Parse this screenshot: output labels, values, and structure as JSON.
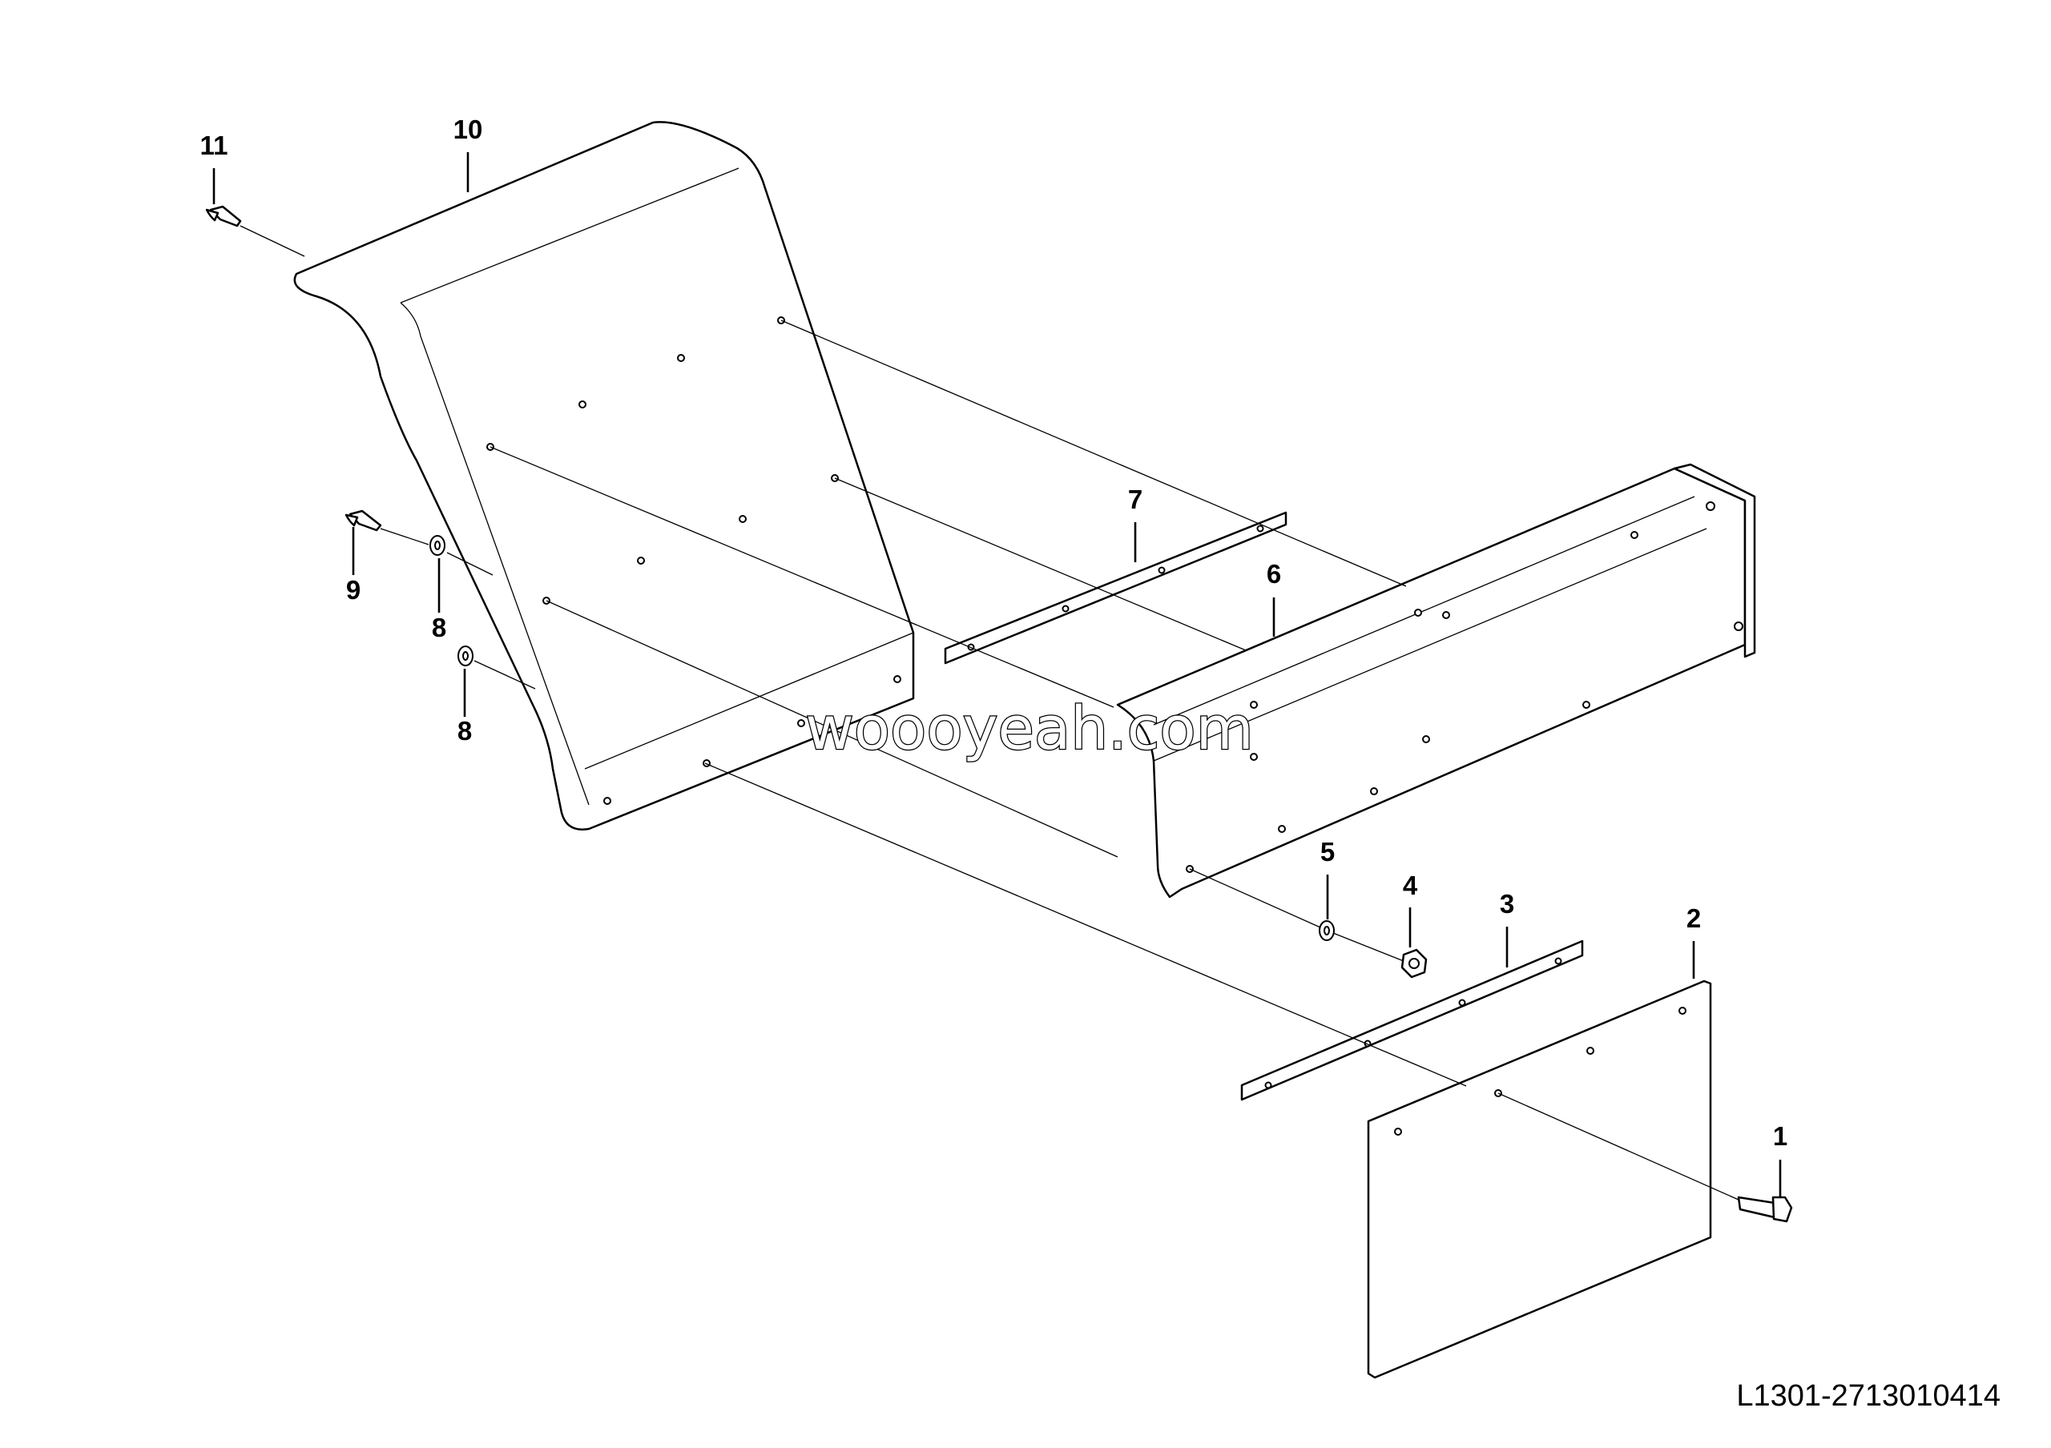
{
  "document_number": "L1301-2713010414",
  "watermark": "woooyeah.com",
  "callouts": [
    {
      "id": "c1",
      "label": "1"
    },
    {
      "id": "c2",
      "label": "2"
    },
    {
      "id": "c3",
      "label": "3"
    },
    {
      "id": "c4",
      "label": "4"
    },
    {
      "id": "c5",
      "label": "5"
    },
    {
      "id": "c6",
      "label": "6"
    },
    {
      "id": "c7",
      "label": "7"
    },
    {
      "id": "c8a",
      "label": "8"
    },
    {
      "id": "c8b",
      "label": "8"
    },
    {
      "id": "c9",
      "label": "9"
    },
    {
      "id": "c10",
      "label": "10"
    },
    {
      "id": "c11",
      "label": "11"
    }
  ]
}
